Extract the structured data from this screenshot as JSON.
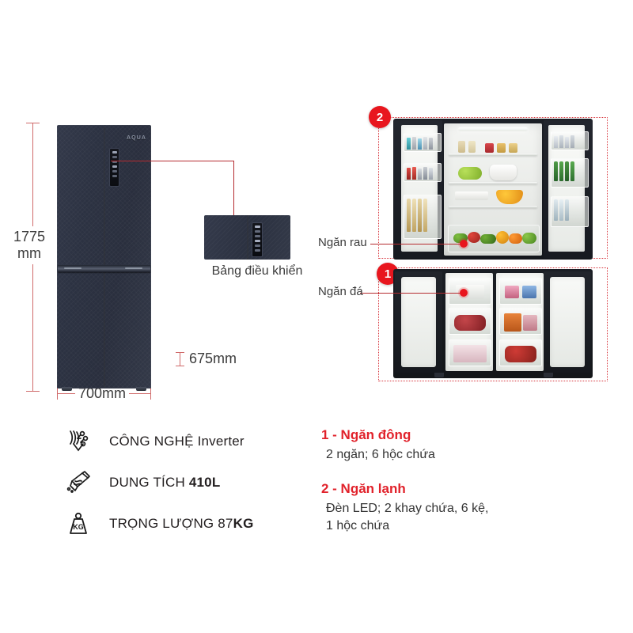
{
  "dimensions": {
    "height_label": "1775\nmm",
    "height_value": "1775",
    "height_unit": "mm",
    "width_label": "700mm",
    "depth_label": "675mm"
  },
  "product": {
    "brand_logo": "AQUA",
    "finish_color": "#2c3242",
    "accent_color": "#e8161e"
  },
  "control_panel": {
    "caption": "Bảng điều khiển"
  },
  "callouts": {
    "badge_freezer": "1",
    "badge_fridge": "2",
    "label_vegetable": "Ngăn rau",
    "label_ice": "Ngăn đá"
  },
  "features": [
    {
      "icon": "inverter-circuit-icon",
      "text_plain": "CÔNG NGHỆ ",
      "text_bold": "Inverter",
      "bold_is_strong": false
    },
    {
      "icon": "volume-jug-icon",
      "text_plain": "DUNG TÍCH ",
      "text_bold": "410L",
      "bold_is_strong": true
    },
    {
      "icon": "weight-kg-icon",
      "text_plain": "TRỌNG LƯỢNG 87",
      "text_bold": "KG",
      "bold_is_strong": true
    }
  ],
  "notes": [
    {
      "heading": "1 - Ngăn đông",
      "body": "2 ngăn; 6 hộc chứa"
    },
    {
      "heading": "2 - Ngăn lạnh",
      "body": "Đèn LED; 2 khay chứa, 6 kệ,\n1 hộc chứa"
    }
  ]
}
